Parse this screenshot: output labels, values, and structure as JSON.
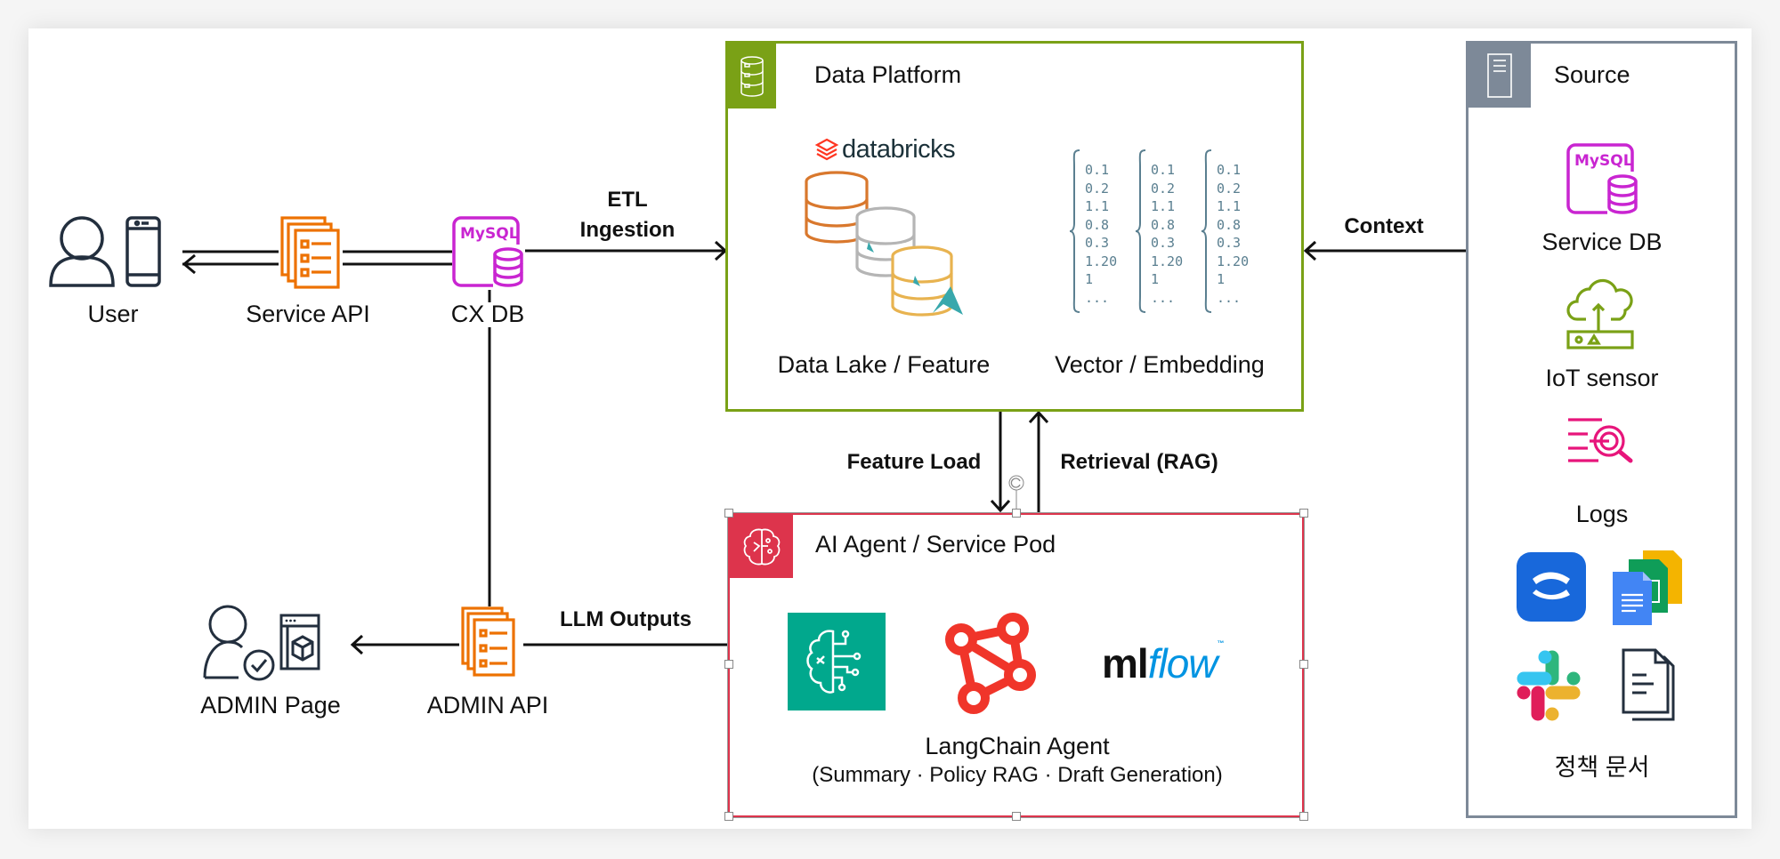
{
  "nodes": {
    "user": {
      "label": "User"
    },
    "service_api": {
      "label": "Service API"
    },
    "cx_db": {
      "label": "CX DB",
      "badge": "MySQL"
    },
    "admin_page": {
      "label": "ADMIN Page"
    },
    "admin_api": {
      "label": "ADMIN API"
    }
  },
  "edges": {
    "etl": {
      "line1": "ETL",
      "line2": "Ingestion"
    },
    "context": {
      "label": "Context"
    },
    "feature_load": {
      "label": "Feature Load"
    },
    "retrieval": {
      "label": "Retrieval (RAG)"
    },
    "llm_outputs": {
      "label": "LLM Outputs"
    }
  },
  "data_platform": {
    "title": "Data Platform",
    "brand": "databricks",
    "lake_label": "Data Lake / Feature",
    "vector_label": "Vector / Embedding",
    "vectors": [
      [
        "0.1",
        "0.2",
        "1.1",
        "0.8",
        "0.3",
        "1.20",
        "1",
        "..."
      ],
      [
        "0.1",
        "0.2",
        "1.1",
        "0.8",
        "0.3",
        "1.20",
        "1",
        "..."
      ],
      [
        "0.1",
        "0.2",
        "1.1",
        "0.8",
        "0.3",
        "1.20",
        "1",
        "..."
      ]
    ],
    "accent": "#7aa116"
  },
  "ai_agent": {
    "title": "AI Agent / Service Pod",
    "mlflow_ml": "ml",
    "mlflow_flow": "flow",
    "agent_label": "LangChain Agent",
    "agent_sub": "(Summary · Policy RAG · Draft Generation)",
    "accent": "#dd344c"
  },
  "source": {
    "title": "Source",
    "items": [
      {
        "label": "Service DB",
        "badge": "MySQL"
      },
      {
        "label": "IoT sensor"
      },
      {
        "label": "Logs"
      },
      {
        "label": "정책 문서"
      }
    ],
    "accent": "#7d8998"
  },
  "colors": {
    "mysql": "#c925d1",
    "api_orange": "#ed7100",
    "iot_green": "#7aa116",
    "logs_pink": "#e7157b",
    "dark_icon": "#232f3e"
  }
}
